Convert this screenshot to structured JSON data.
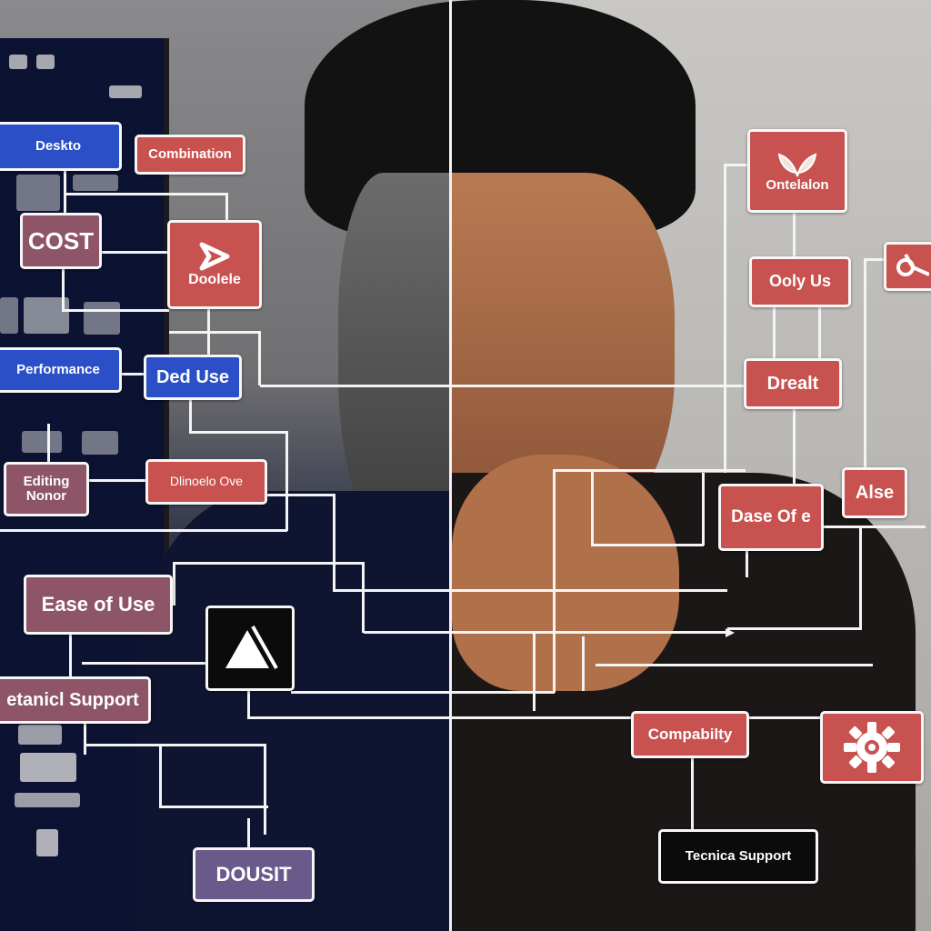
{
  "diagram": {
    "theme": {
      "red": "#c8524f",
      "blue": "#2a4fc6",
      "mauve": "#8e5468",
      "purple": "#6a5a8c",
      "black": "#0b0b0b",
      "connector": "#f4f4f4"
    },
    "left_nodes": {
      "desktop": "Deskto",
      "combination": "Combination",
      "cost": "COST",
      "double": "Doolele",
      "performance": "Performance",
      "ded_use": "Ded Use",
      "editing_norm": "Editing Nonor",
      "unknown_ove": "Dlinoelo Ove",
      "ease_of_use": "Ease of Use",
      "technical_support": "etanicl Support",
      "dousit": "DOUSIT"
    },
    "right_nodes": {
      "orientation": "Ontelalon",
      "only_us": "Ooly Us",
      "dreat": "Drealt",
      "alse": "Alse",
      "dase_of": "Dase Of  e",
      "compatibility": "Compabilty",
      "technical_support": "Tecnica Support"
    },
    "icons": {
      "play": "play-arrow-icon",
      "leaf": "leaf-icon",
      "link": "link-icon",
      "triangle": "triangle-warning-icon",
      "gear": "gear-icon"
    }
  }
}
